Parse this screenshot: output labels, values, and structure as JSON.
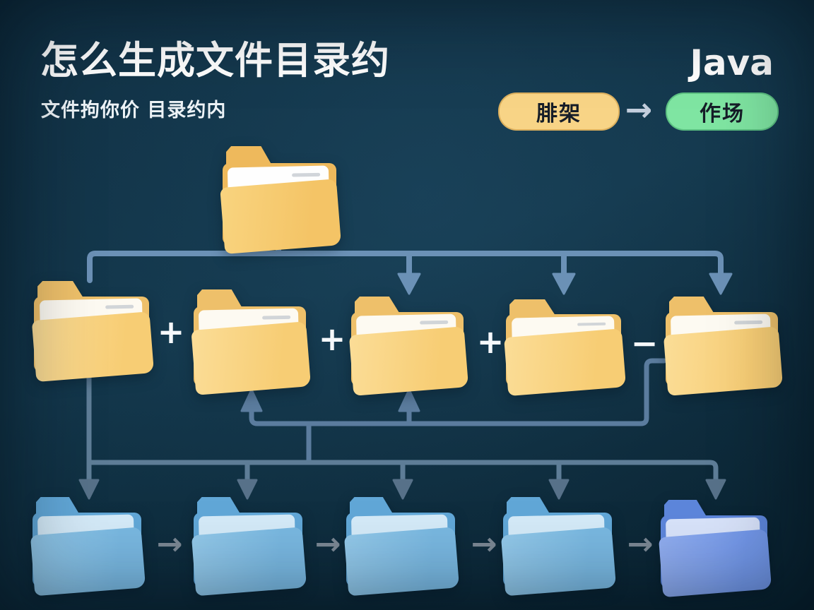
{
  "header": {
    "title": "怎么生成文件目录约",
    "subtitle": "文件拘你价 目录约内",
    "language_label": "Java"
  },
  "legend": {
    "source_badge": "腓架",
    "arrow": "→",
    "target_badge": "作场"
  },
  "diagram": {
    "root_folder": {
      "color": "yellow-orange"
    },
    "middle_row": {
      "folder_count": 5,
      "folder_colors": [
        "yellow",
        "yellow",
        "yellow",
        "yellow",
        "yellow"
      ],
      "operators": [
        "+",
        "+",
        "+",
        "−"
      ]
    },
    "bottom_row": {
      "folder_count": 5,
      "folder_colors": [
        "blue",
        "blue",
        "blue",
        "blue",
        "royal-blue"
      ],
      "arrows": [
        "→",
        "→",
        "→",
        "→"
      ]
    }
  },
  "colors": {
    "background_center": "#143449",
    "background_edge": "#092230",
    "title_text": "#ffffff",
    "yellow_folder_front": "#f8d17c",
    "yellow_folder_back": "#eec06a",
    "blue_folder_front": "#84bfe4",
    "blue_folder_back": "#61a7d7",
    "royal_folder_front": "#7b9ceb",
    "royal_folder_back": "#5d86db",
    "connector_top": "#6b91b6",
    "connector_mid": "#5b7c9e",
    "connector_bottom": "#5e7d97",
    "arrowhead_bottom": "#577189",
    "gray_flow_arrow": "#7b8894",
    "badge_yellow_bg": "#f8d486",
    "badge_green_bg": "#7fe5a2",
    "badge_text": "#161d28",
    "operator_color": "#f5f8fb",
    "legend_arrow_color": "#c3cedd"
  }
}
